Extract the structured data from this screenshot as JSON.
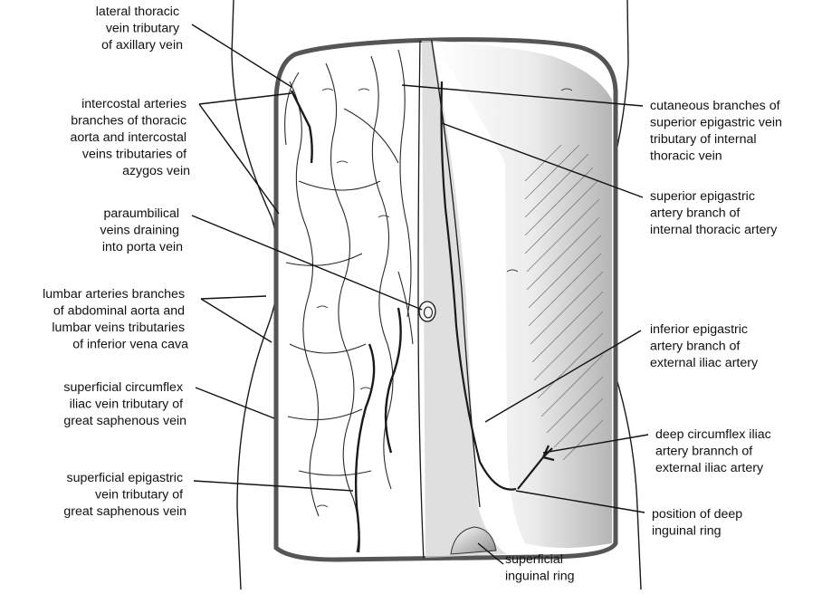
{
  "labels": {
    "left": [
      {
        "id": "lateral-thoracic",
        "lines": [
          "lateral thoracic",
          "vein tributary",
          "of axillary vein"
        ]
      },
      {
        "id": "intercostal",
        "lines": [
          "intercostal arteries",
          "branches of thoracic",
          "aorta and intercostal",
          "veins tributaries of",
          "azygos vein"
        ]
      },
      {
        "id": "paraumbilical",
        "lines": [
          "paraumbilical",
          "veins draining",
          "into porta vein"
        ]
      },
      {
        "id": "lumbar",
        "lines": [
          "lumbar arteries branches",
          "of abdominal aorta and",
          "lumbar veins tributaries",
          "of inferior vena cava"
        ]
      },
      {
        "id": "superficial-circumflex",
        "lines": [
          "superficial circumflex",
          "iliac vein tributary of",
          "great saphenous vein"
        ]
      },
      {
        "id": "superficial-epigastric",
        "lines": [
          "superficial epigastric",
          "vein tributary of",
          "great saphenous vein"
        ]
      }
    ],
    "right": [
      {
        "id": "cutaneous-branches",
        "lines": [
          "cutaneous branches of",
          "superior epigastric vein",
          "tributary of internal",
          "thoracic vein"
        ]
      },
      {
        "id": "superior-epigastric-artery",
        "lines": [
          "superior epigastric",
          "artery branch of",
          "internal thoracic artery"
        ]
      },
      {
        "id": "inferior-epigastric-artery",
        "lines": [
          "inferior epigastric",
          "artery branch of",
          "external iliac artery"
        ]
      },
      {
        "id": "deep-circumflex",
        "lines": [
          "deep circumflex iliac",
          "artery brannch of",
          "external iliac artery"
        ]
      },
      {
        "id": "deep-inguinal-ring",
        "lines": [
          "position of deep",
          "inguinal ring"
        ]
      }
    ],
    "bottom": [
      {
        "id": "superficial-inguinal-ring",
        "lines": [
          "superficial",
          "inguinal ring"
        ]
      }
    ]
  },
  "colors": {
    "outline": "#1a1a1a",
    "panel_border": "#555555",
    "skin": "#ffffff",
    "shade": "#b8b8b8"
  }
}
